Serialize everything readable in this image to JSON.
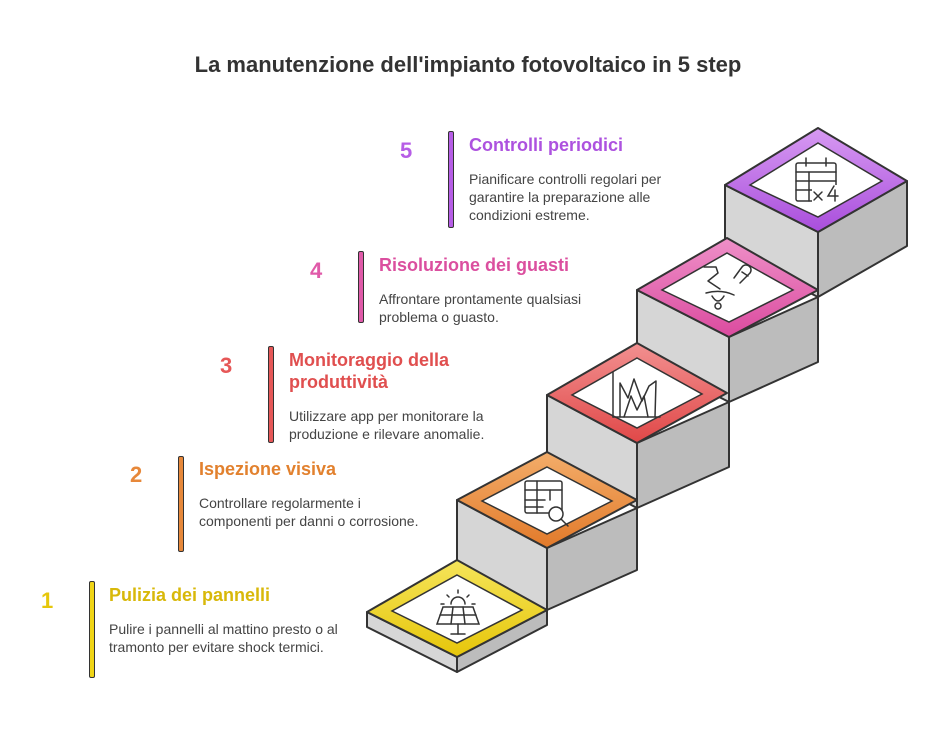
{
  "title": "La manutenzione dell'impianto fotovoltaico in 5 step",
  "steps": [
    {
      "number": "1",
      "heading": "Pulizia dei pannelli",
      "description": "Pulire i pannelli al mattino presto o al tramonto per evitare shock termici.",
      "color": "#f0d516",
      "icon": "solar-panel-icon"
    },
    {
      "number": "2",
      "heading": "Ispezione visiva",
      "description": "Controllare regolarmente i componenti per danni o corrosione.",
      "color": "#e7883a",
      "icon": "table-search-icon"
    },
    {
      "number": "3",
      "heading": "Monitoraggio della produttività",
      "description": "Utilizzare app per monitorare la produzione e rilevare anomalie.",
      "color": "#e65757",
      "icon": "chart-anomaly-icon"
    },
    {
      "number": "4",
      "heading": "Risoluzione dei guasti",
      "description": "Affrontare prontamente qualsiasi problema o guasto.",
      "color": "#e05aa9",
      "icon": "wrench-fix-icon"
    },
    {
      "number": "5",
      "heading": "Controlli periodici",
      "description": "Pianificare controlli regolari per garantire la preparazione alle condizioni estreme.",
      "color": "#b65de6",
      "icon": "calendar-repeat-icon"
    }
  ]
}
